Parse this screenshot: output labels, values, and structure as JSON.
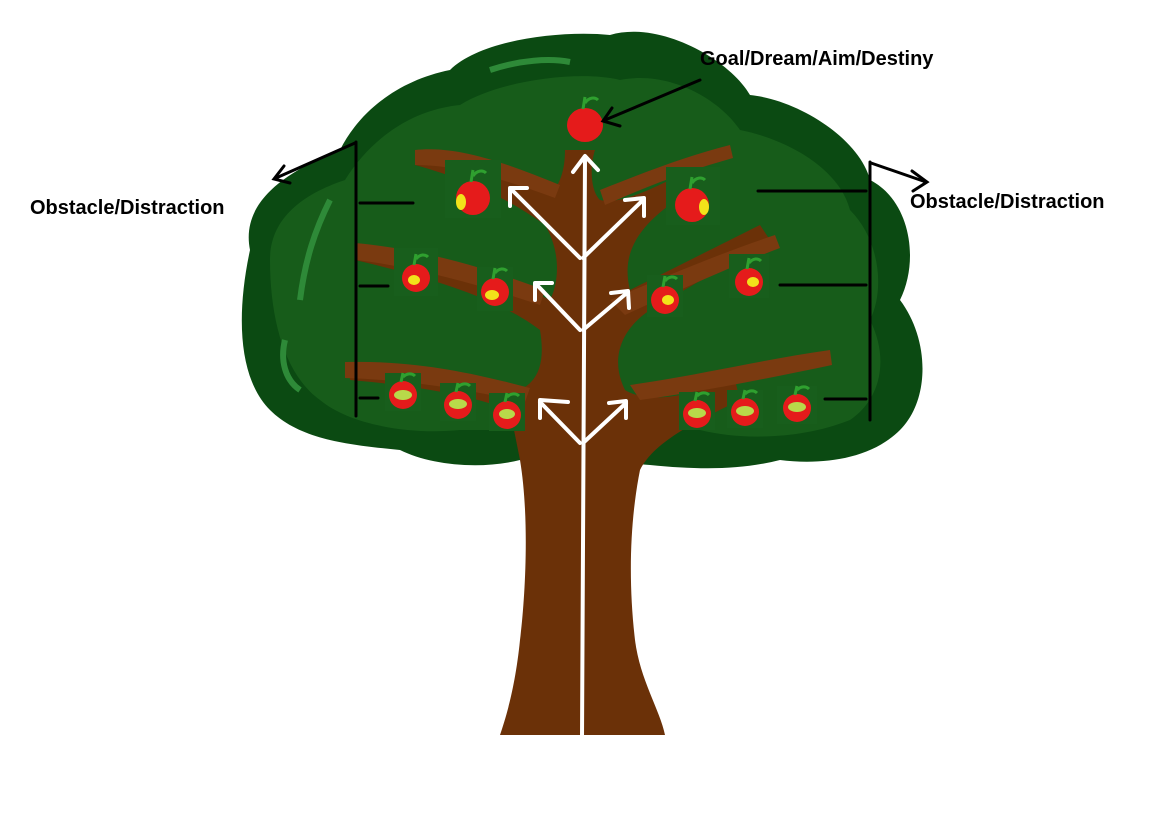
{
  "labels": {
    "goal": "Goal/Dream/Aim/Destiny",
    "obstacle_left": "Obstacle/Distraction",
    "obstacle_right": "Obstacle/Distraction"
  },
  "colors": {
    "background": "#ffffff",
    "foliage_dark": "#0b4a12",
    "foliage_mid": "#185e1c",
    "foliage_light": "#2e8a38",
    "trunk": "#6b3108",
    "branch": "#7a3a10",
    "apple": "#e51b1b",
    "apple_patch": "#f2e21a",
    "apple_green_patch": "#b8d94a",
    "stem": "#2fa02f",
    "path_arrows": "#ffffff",
    "annotation": "#000000"
  },
  "icons": {
    "goal_apple": "apple-icon",
    "side_apples": "apple-icon",
    "arrows": "arrow-icon"
  }
}
